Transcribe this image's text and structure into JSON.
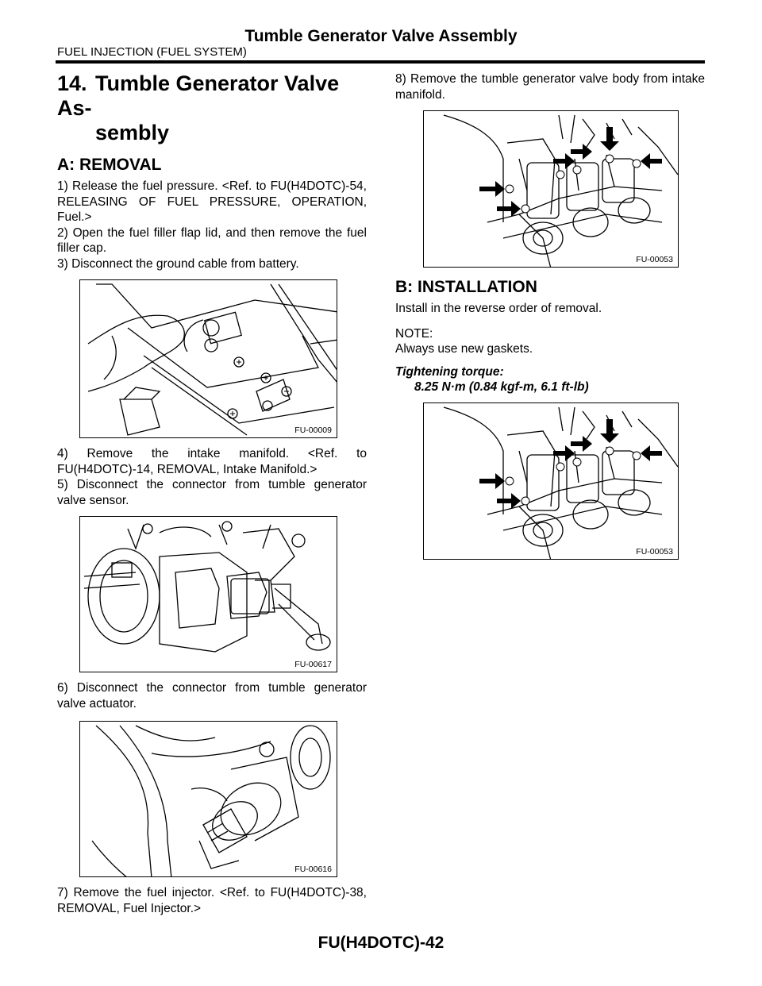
{
  "header": {
    "title": "Tumble Generator Valve Assembly",
    "section": "FUEL INJECTION (FUEL SYSTEM)"
  },
  "section": {
    "number": "14.",
    "title_line1": "Tumble Generator Valve As-",
    "title_line2": "sembly"
  },
  "removal": {
    "heading": "A:  REMOVAL",
    "step1": "1) Release the fuel pressure. <Ref. to FU(H4DOTC)-54, RELEASING OF FUEL PRESSURE, OPERATION, Fuel.>",
    "step2": "2) Open the fuel filler flap lid, and then remove the fuel filler cap.",
    "step3": "3) Disconnect the ground cable from battery.",
    "fig1_id": "FU-00009",
    "step4": "4) Remove the intake manifold. <Ref. to FU(H4DOTC)-14, REMOVAL, Intake Manifold.>",
    "step5": "5) Disconnect the connector from tumble generator valve sensor.",
    "fig2_id": "FU-00617",
    "step6": "6) Disconnect the connector from tumble generator valve actuator.",
    "fig3_id": "FU-00616",
    "step7": "7) Remove the fuel injector. <Ref. to FU(H4DOTC)-38, REMOVAL, Fuel Injector.>",
    "step8": "8) Remove the tumble generator valve body from intake manifold.",
    "fig4_id": "FU-00053"
  },
  "installation": {
    "heading": "B:  INSTALLATION",
    "text": "Install in the reverse order of removal.",
    "note_label": "NOTE:",
    "note_text": "Always use new gaskets.",
    "torque_label": "Tightening torque:",
    "torque_value": "8.25 N·m (0.84 kgf-m, 6.1 ft-lb)",
    "fig5_id": "FU-00053"
  },
  "footer": {
    "page": "FU(H4DOTC)-42"
  }
}
